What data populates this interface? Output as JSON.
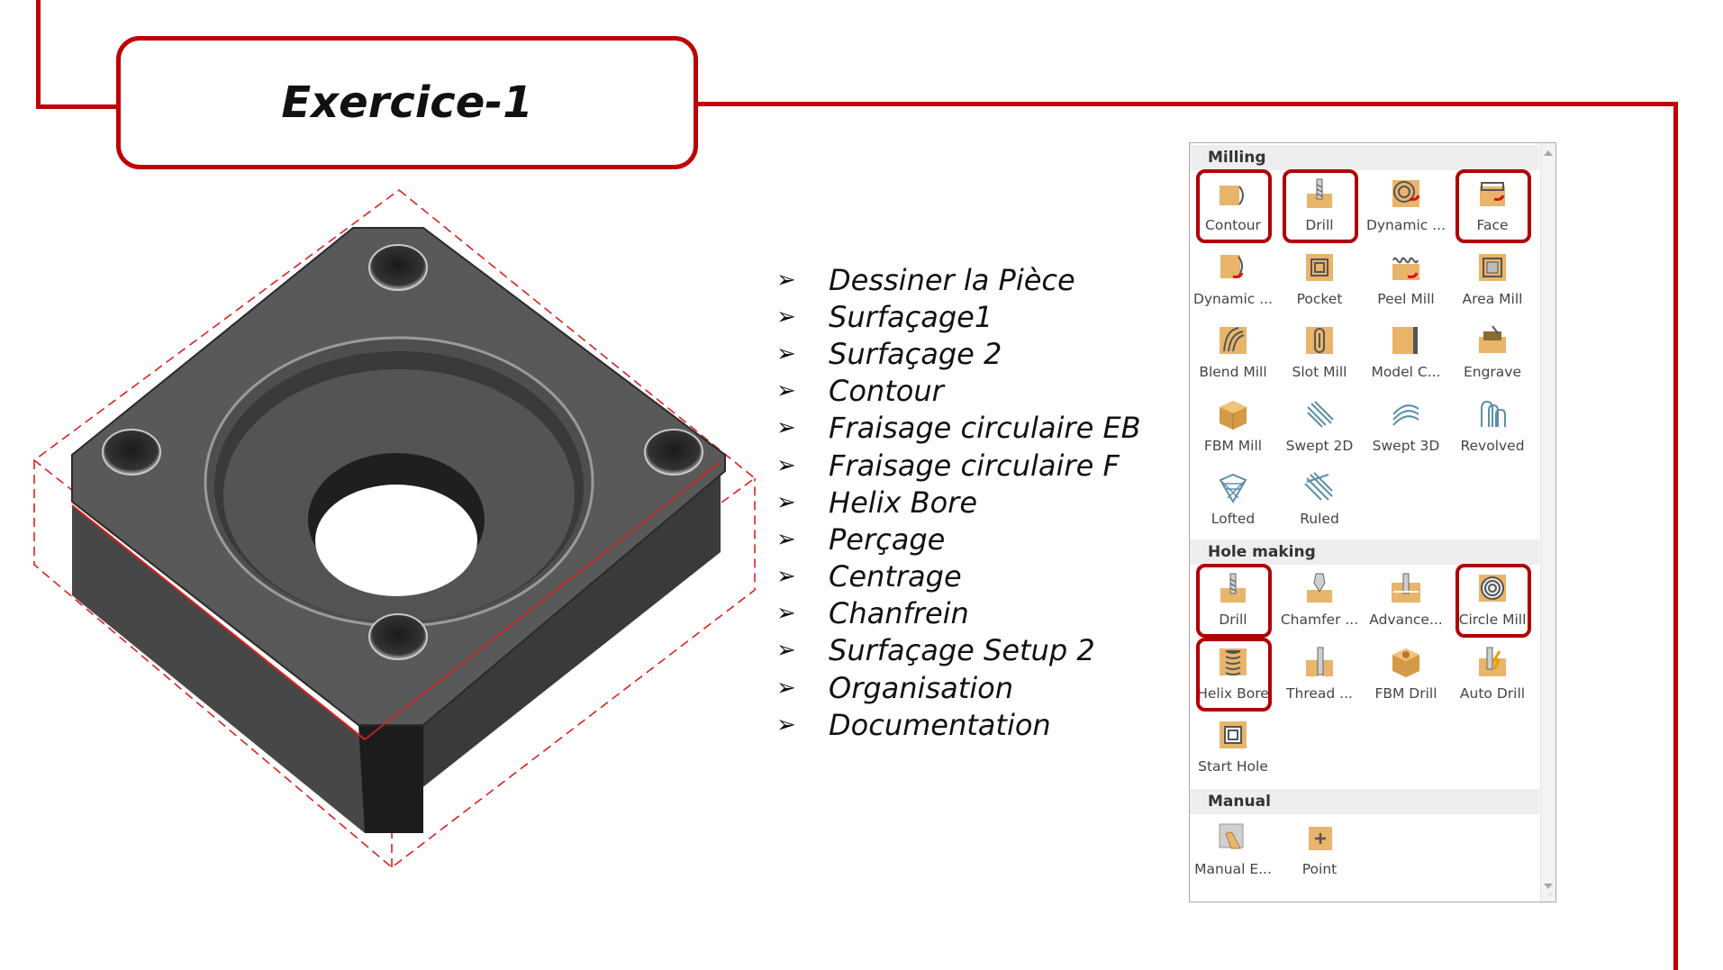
{
  "slide": {
    "title": "Exercice-1",
    "steps": [
      "Dessiner la Pièce",
      "Surfaçage1",
      "Surfaçage 2",
      "Contour",
      "Fraisage circulaire EB",
      "Fraisage circulaire F",
      "Helix Bore",
      "Perçage",
      "Centrage",
      "Chanfrein",
      "Surfaçage Setup 2",
      "Organisation",
      "Documentation"
    ],
    "accent_color": "#c00000"
  },
  "panel": {
    "sections": [
      {
        "name": "Milling",
        "tools": [
          {
            "label": "Contour",
            "icon": "contour-icon",
            "highlighted": true
          },
          {
            "label": "Drill",
            "icon": "drill-icon",
            "highlighted": true
          },
          {
            "label": "Dynamic ...",
            "icon": "dynamic-mill-icon",
            "highlighted": false
          },
          {
            "label": "Face",
            "icon": "face-icon",
            "highlighted": true
          },
          {
            "label": "Dynamic ...",
            "icon": "dynamic-contour-icon",
            "highlighted": false
          },
          {
            "label": "Pocket",
            "icon": "pocket-icon",
            "highlighted": false
          },
          {
            "label": "Peel Mill",
            "icon": "peel-mill-icon",
            "highlighted": false
          },
          {
            "label": "Area Mill",
            "icon": "area-mill-icon",
            "highlighted": false
          },
          {
            "label": "Blend Mill",
            "icon": "blend-mill-icon",
            "highlighted": false
          },
          {
            "label": "Slot Mill",
            "icon": "slot-mill-icon",
            "highlighted": false
          },
          {
            "label": "Model C...",
            "icon": "model-chamfer-icon",
            "highlighted": false
          },
          {
            "label": "Engrave",
            "icon": "engrave-icon",
            "highlighted": false
          },
          {
            "label": "FBM Mill",
            "icon": "fbm-mill-icon",
            "highlighted": false
          },
          {
            "label": "Swept 2D",
            "icon": "swept-2d-icon",
            "highlighted": false
          },
          {
            "label": "Swept 3D",
            "icon": "swept-3d-icon",
            "highlighted": false
          },
          {
            "label": "Revolved",
            "icon": "revolved-icon",
            "highlighted": false
          },
          {
            "label": "Lofted",
            "icon": "lofted-icon",
            "highlighted": false
          },
          {
            "label": "Ruled",
            "icon": "ruled-icon",
            "highlighted": false
          }
        ]
      },
      {
        "name": "Hole making",
        "tools": [
          {
            "label": "Drill",
            "icon": "drill-icon",
            "highlighted": true
          },
          {
            "label": "Chamfer ...",
            "icon": "chamfer-drill-icon",
            "highlighted": false
          },
          {
            "label": "Advance...",
            "icon": "advanced-drill-icon",
            "highlighted": false
          },
          {
            "label": "Circle Mill",
            "icon": "circle-mill-icon",
            "highlighted": true
          },
          {
            "label": "Helix Bore",
            "icon": "helix-bore-icon",
            "highlighted": true
          },
          {
            "label": "Thread ...",
            "icon": "thread-mill-icon",
            "highlighted": false
          },
          {
            "label": "FBM Drill",
            "icon": "fbm-drill-icon",
            "highlighted": false
          },
          {
            "label": "Auto Drill",
            "icon": "auto-drill-icon",
            "highlighted": false
          },
          {
            "label": "Start Hole",
            "icon": "start-hole-icon",
            "highlighted": false
          }
        ]
      },
      {
        "name": "Manual",
        "tools": [
          {
            "label": "Manual E...",
            "icon": "manual-entry-icon",
            "highlighted": false
          },
          {
            "label": "Point",
            "icon": "point-icon",
            "highlighted": false
          }
        ]
      }
    ]
  }
}
